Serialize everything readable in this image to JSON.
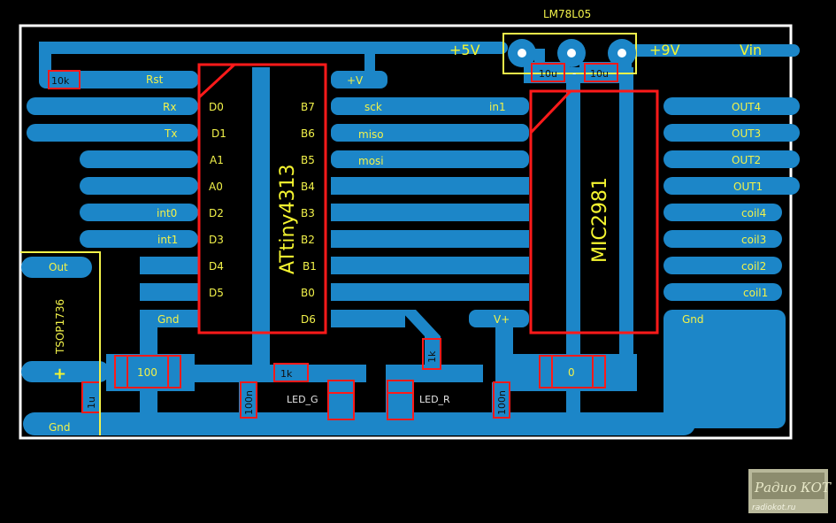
{
  "colors": {
    "background": "#000000",
    "board_outline": "#ffffff",
    "copper": "#1c86c8",
    "silkscreen": "#f2f24a",
    "component": "#ff1a1a",
    "watermark_bg": "#b8b89a"
  },
  "regulator": {
    "name": "LM78L05",
    "out_label": "+5V",
    "in_label": "+9V",
    "vin_label": "Vin"
  },
  "mcu": {
    "name": "ATtiny4313",
    "left_pins": [
      "D0",
      "D1",
      "A1",
      "A0",
      "D2",
      "D3",
      "D4",
      "D5",
      "Gnd"
    ],
    "right_pins": [
      "B7",
      "B6",
      "B5",
      "B4",
      "B3",
      "B2",
      "B1",
      "B0",
      "D6"
    ]
  },
  "driver": {
    "name": "MIC2981"
  },
  "left_signals": [
    "Rst",
    "Rx",
    "Tx",
    "int0",
    "int1",
    "Gnd"
  ],
  "right_signals": [
    "+V",
    "sck",
    "miso",
    "mosi",
    "in1",
    "V+"
  ],
  "outputs": [
    "OUT4",
    "OUT3",
    "OUT2",
    "OUT1",
    "coil4",
    "coil3",
    "coil2",
    "coil1",
    "Gnd"
  ],
  "sensor": {
    "name": "TSOP1736",
    "out": "Out",
    "plus": "+",
    "gnd": "Gnd"
  },
  "parts": {
    "r_reset": "10k",
    "c_reg_out": "10u",
    "c_reg_in": "10u",
    "c_100": "100",
    "c_1u": "1u",
    "c_100n_a": "100n",
    "r_1k_led": "1k",
    "r_1k_v": "1k",
    "c_100n_b": "100n",
    "r_0": "0"
  },
  "led_labels": {
    "green": "LED_G",
    "red": "LED_R"
  },
  "watermark": {
    "main": "Радио КОТ",
    "url": "radiokot.ru"
  }
}
